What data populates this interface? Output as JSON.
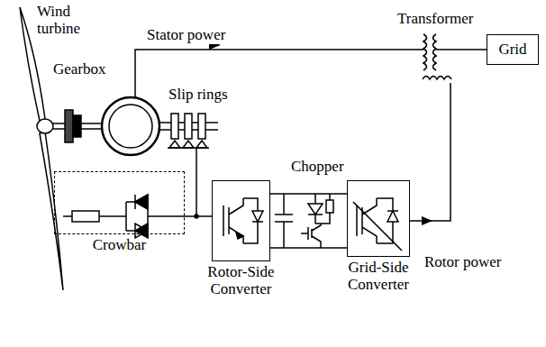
{
  "diagram": {
    "nodes": [
      {
        "text": [
          "Grid"
        ]
      },
      {
        "text": [
          "Crowbar"
        ]
      },
      {
        "text": [
          "Rotor-Side Converter"
        ]
      },
      {
        "text": [
          "Grid-Side Converter"
        ]
      }
    ],
    "edges": [
      {
        "from": 1,
        "to": 2,
        "arrow": "none"
      },
      {
        "from": 2,
        "to": 3,
        "arrow": "none"
      }
    ],
    "labels": [
      "Wind turbine",
      "Gearbox",
      "Stator power",
      "Slip rings",
      "Transformer",
      "Chopper",
      "Rotor power"
    ]
  }
}
